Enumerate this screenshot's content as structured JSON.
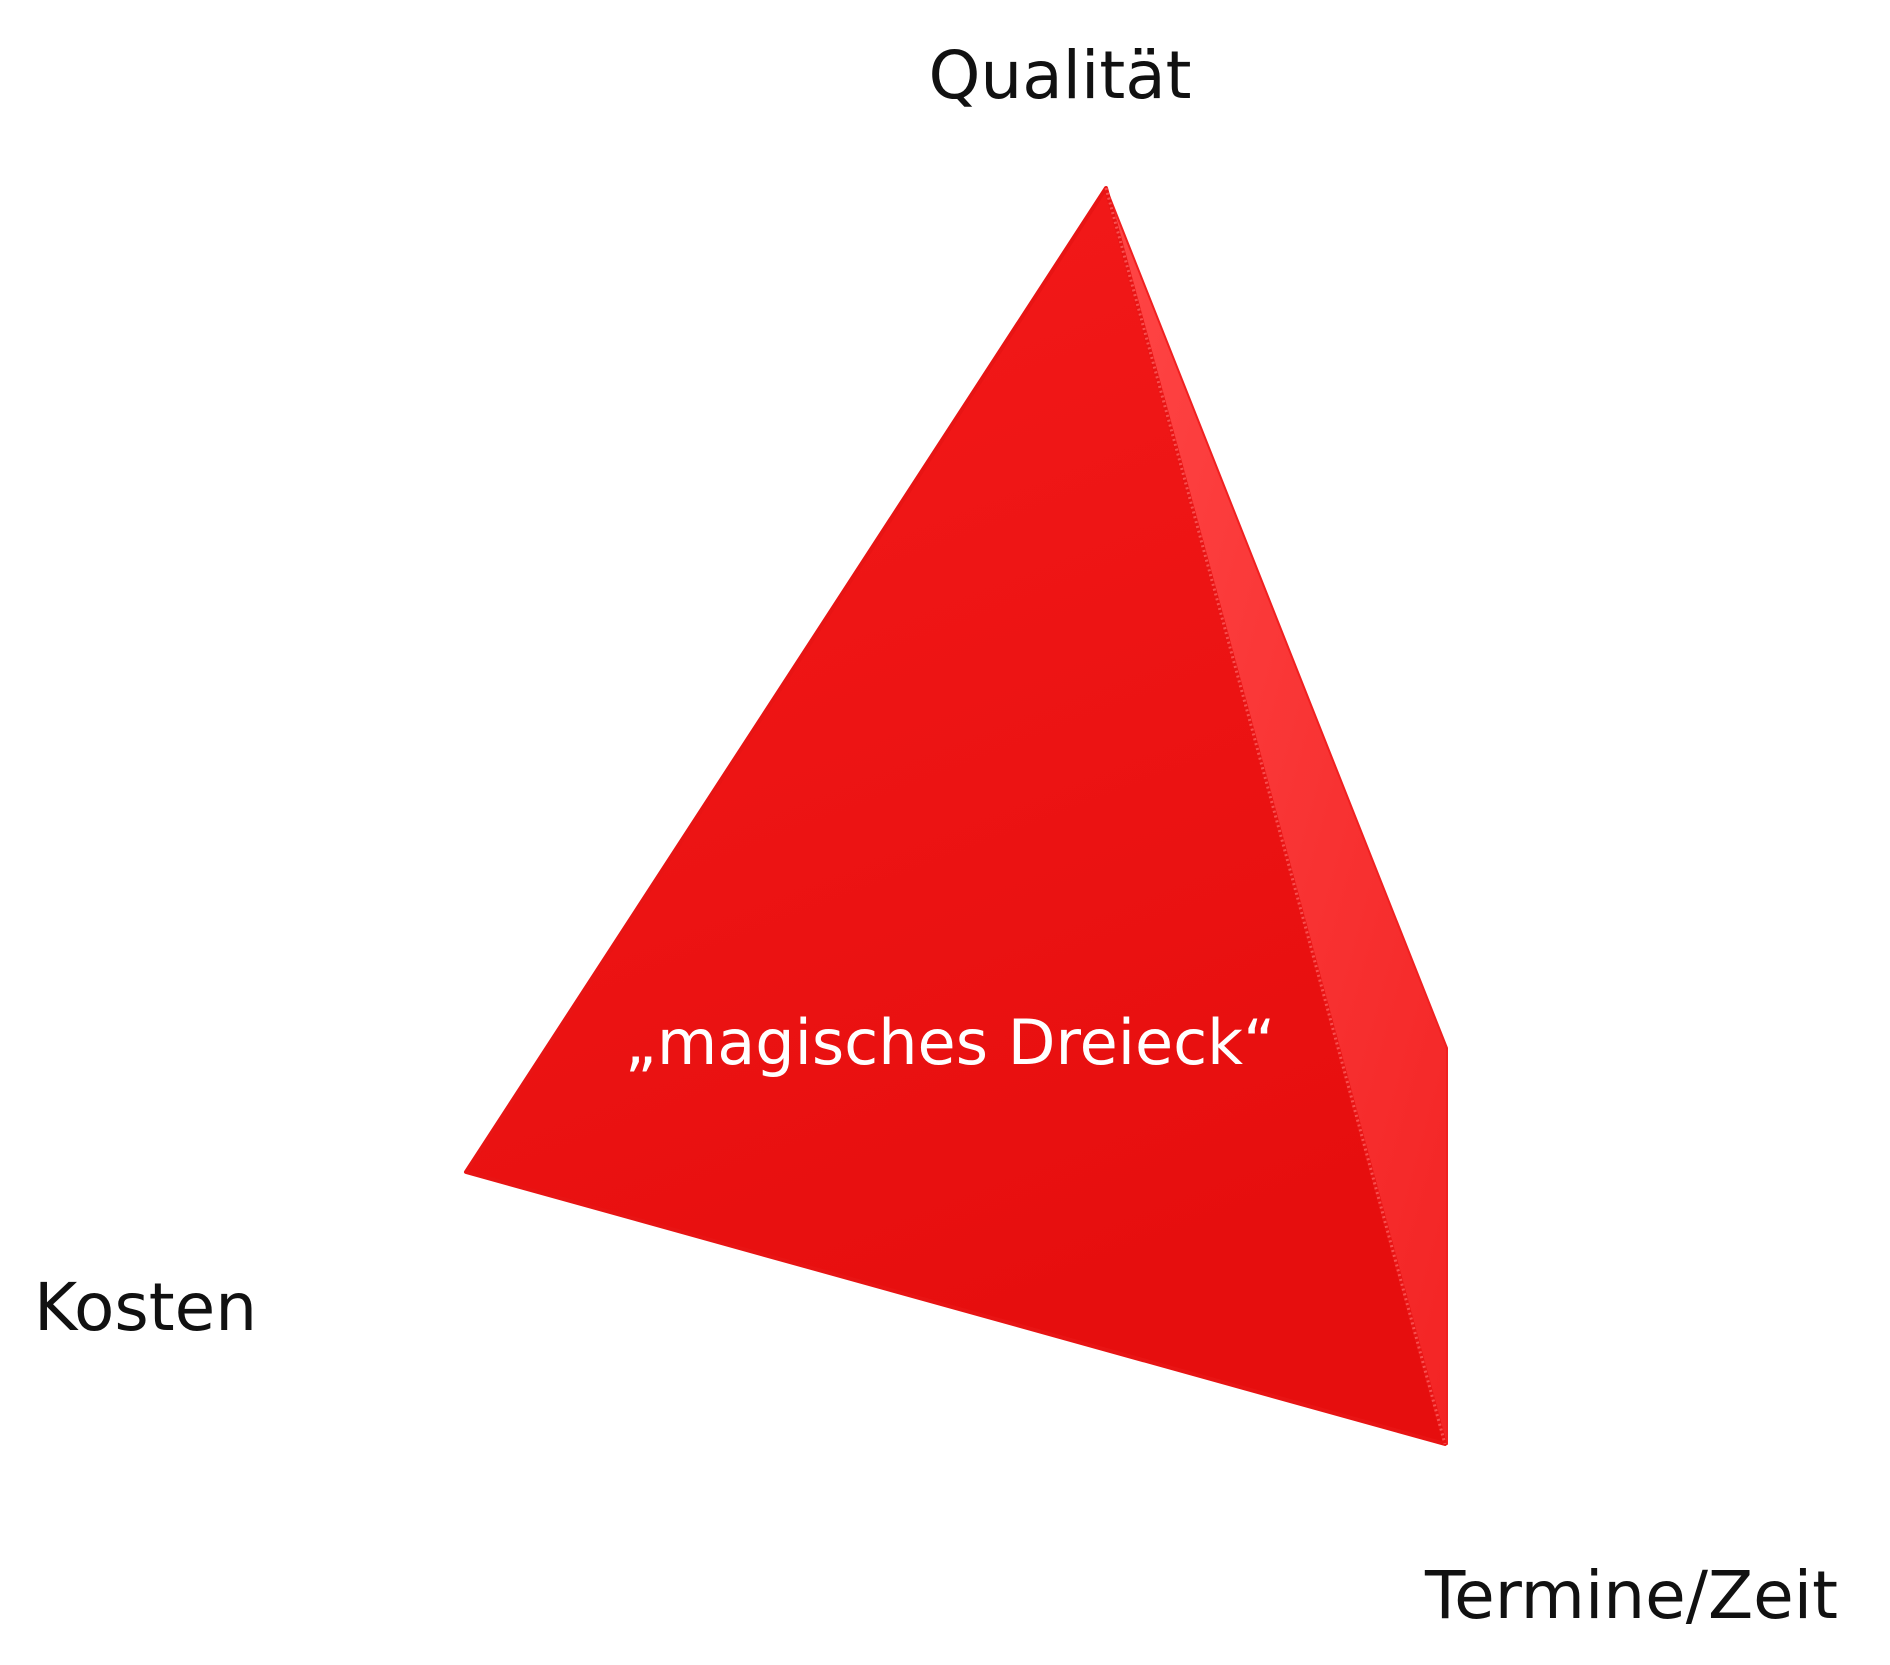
{
  "diagram": {
    "vertices": {
      "top": "Qualität",
      "left": "Kosten",
      "right": "Termine/Zeit"
    },
    "center_text": "„magisches Dreieck“"
  },
  "colors": {
    "front_face": "#ee1212",
    "side_face": "#ff3a3a",
    "background": "#ffffff",
    "label_text": "#111111",
    "center_text": "#ffffff"
  }
}
